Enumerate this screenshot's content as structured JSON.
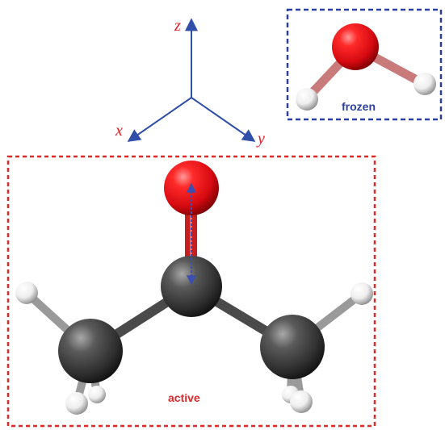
{
  "axes": {
    "z_label": "z",
    "x_label": "x",
    "y_label": "y",
    "color": "#2f4fa8",
    "label_color": "#e0202a"
  },
  "frozen_box": {
    "label": "frozen",
    "border_color": "#2b3fa0",
    "label_color": "#2b3fa0"
  },
  "active_box": {
    "label": "active",
    "border_color": "#e02a2a",
    "label_color": "#e02a2a"
  },
  "atom_colors": {
    "oxygen": "#e8121a",
    "carbon": "#3c3c3c",
    "hydrogen": "#f4f4f4"
  },
  "dipole_arrow_color": "#3a4fb0"
}
